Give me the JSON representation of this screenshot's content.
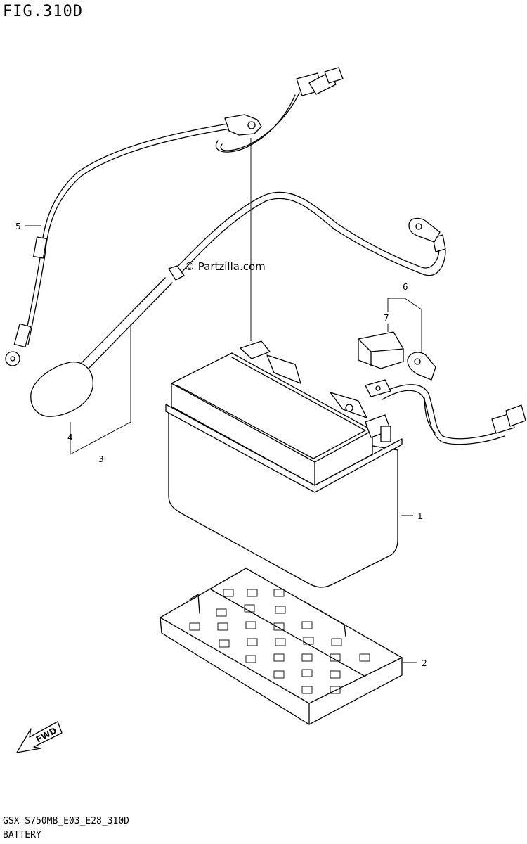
{
  "figure": {
    "title": "FIG.310D",
    "code": "GSX S750MB_E03_E28_310D",
    "name": "BATTERY"
  },
  "watermark": "© Partzilla.com",
  "direction_label": "FWD",
  "callouts": [
    {
      "label": "1"
    },
    {
      "label": "2"
    },
    {
      "label": "3"
    },
    {
      "label": "4"
    },
    {
      "label": "5"
    },
    {
      "label": "6"
    },
    {
      "label": "7"
    }
  ]
}
